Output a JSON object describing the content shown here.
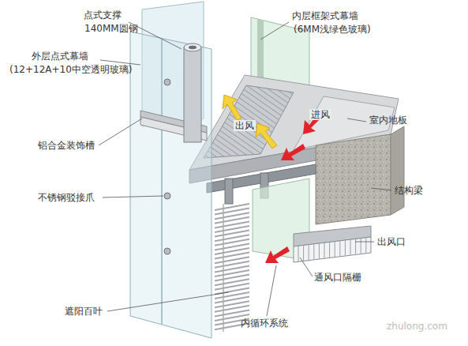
{
  "diagram": {
    "labels": [
      "点式支撑",
      "140MM圆钢",
      "外层点式幕墙",
      "(12+12A+10中空透明玻璃)",
      "铝合金装饰槽",
      "不锈钢驳接爪",
      "遮阳百叶",
      "内循环系统",
      "内层框架式幕墙",
      "(6MM浅绿色玻璃)",
      "出风",
      "进风",
      "室内地板",
      "结构梁",
      "出风口",
      "通风口隔栅",
      "zhulong.com"
    ]
  }
}
